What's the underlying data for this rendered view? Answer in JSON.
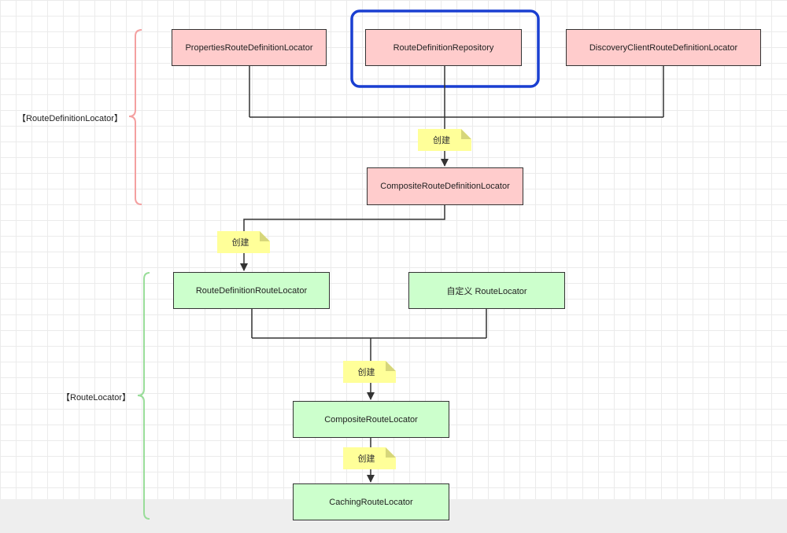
{
  "groups": {
    "route_definition_locator": "【RouteDefinitionLocator】",
    "route_locator": "【RouteLocator】"
  },
  "nodes": {
    "properties_route_definition_locator": "PropertiesRouteDefinitionLocator",
    "route_definition_repository": "RouteDefinitionRepository",
    "discovery_client_route_definition_locator": "DiscoveryClientRouteDefinitionLocator",
    "composite_route_definition_locator": "CompositeRouteDefinitionLocator",
    "route_definition_route_locator": "RouteDefinitionRouteLocator",
    "custom_route_locator": "自定义 RouteLocator",
    "composite_route_locator": "CompositeRouteLocator",
    "caching_route_locator": "CachingRouteLocator"
  },
  "notes": {
    "create_1": "创建",
    "create_2": "创建",
    "create_3": "创建",
    "create_4": "创建"
  },
  "colors": {
    "definition_fill": "#ffcccc",
    "locator_fill": "#ccffcc",
    "note_fill": "#ffff99",
    "highlight": "#1a3fd1",
    "line": "#333333"
  }
}
